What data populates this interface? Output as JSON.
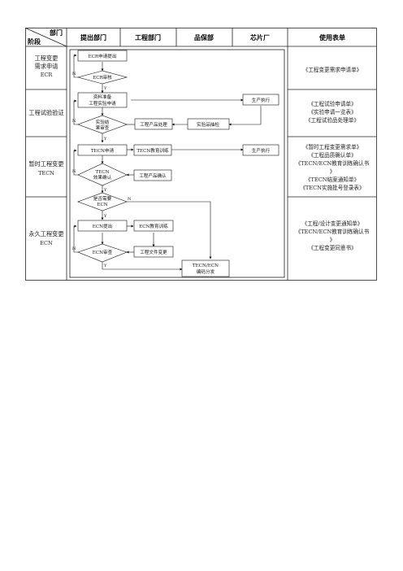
{
  "header": {
    "corner_top": "部门",
    "corner_bottom": "阶段",
    "departments": [
      "提出部门",
      "工程部门",
      "品保部",
      "芯片厂"
    ],
    "forms_title": "使用表单"
  },
  "stages": [
    {
      "lines": [
        "工程变更",
        "需求申请",
        "ECR"
      ]
    },
    {
      "lines": [
        "工程试验验证"
      ]
    },
    {
      "lines": [
        "暂时工程变更",
        "TECN"
      ]
    },
    {
      "lines": [
        "永久工程变更",
        "ECN"
      ]
    }
  ],
  "forms": [
    {
      "lines": [
        "《工程变更需求申请单》"
      ]
    },
    {
      "lines": [
        "《工程试验申请单》",
        "《实验申请一览表》",
        "《工程试验品处理单》"
      ]
    },
    {
      "lines": [
        "《暂时工程变更需求单》",
        "《工程品质确认单》",
        "《TECN/ECN教育训练确认书",
        "》",
        "《TECN结案通知单》",
        "《TECN实施批号登录表》"
      ]
    },
    {
      "lines": [
        "《工程/设计变更通知单》",
        "《TECN/ECN教育训练确认书",
        "》",
        "《工程变更同意书》"
      ]
    }
  ],
  "flow": {
    "ecr_submit": "ECR申请提出",
    "ecr_review": "ECR审核",
    "sample_prep": [
      "资料准备",
      "工程实验申请"
    ],
    "production_exec_1": "生产执行",
    "exp_result_review": [
      "实验结",
      "果审查"
    ],
    "eng_product_handle": "工程产品处理",
    "lab_inspection": "实验品抽检",
    "tecn_apply": "TECN申请",
    "tecn_training": "TECN教育训练",
    "production_exec_2": "生产执行",
    "tecn_effect_confirm": [
      "TECN",
      "效果确认"
    ],
    "eng_product_confirm": "工程产品确认",
    "need_ecn": [
      "是否需要",
      "ECN"
    ],
    "ecn_submit": "ECN提出",
    "ecn_training": "ECN教育训练",
    "ecn_review": "ECN审查",
    "eng_doc_change": "工程文件变更",
    "tecn_ecn_dist": [
      "TECN/ECN",
      "编码分发"
    ],
    "yes": "Y",
    "no": "N"
  }
}
